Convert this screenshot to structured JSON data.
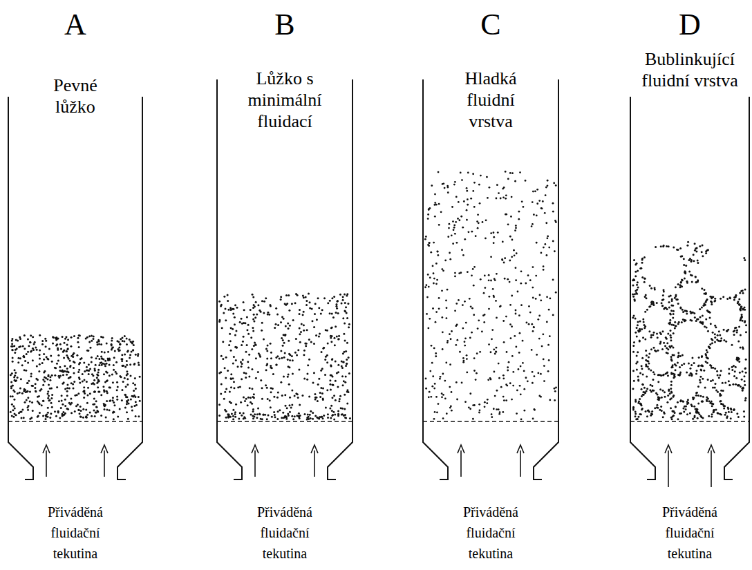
{
  "diagram": {
    "nodes": [
      {
        "text": [
          "Pevné lůžko"
        ]
      },
      {
        "text": [
          "Lůžko s minimální fluidací"
        ]
      },
      {
        "text": [
          "Hladká fluidní vrstva"
        ]
      },
      {
        "text": [
          "Bublinkující fluidní vrstva"
        ]
      }
    ],
    "labels": [
      "A",
      "B",
      "C",
      "D",
      "Přiváděná fluidační tekutina",
      "Přiváděná fluidační tekutina",
      "Přiváděná fluidační tekutina",
      "Přiváděná fluidační tekutina"
    ]
  }
}
